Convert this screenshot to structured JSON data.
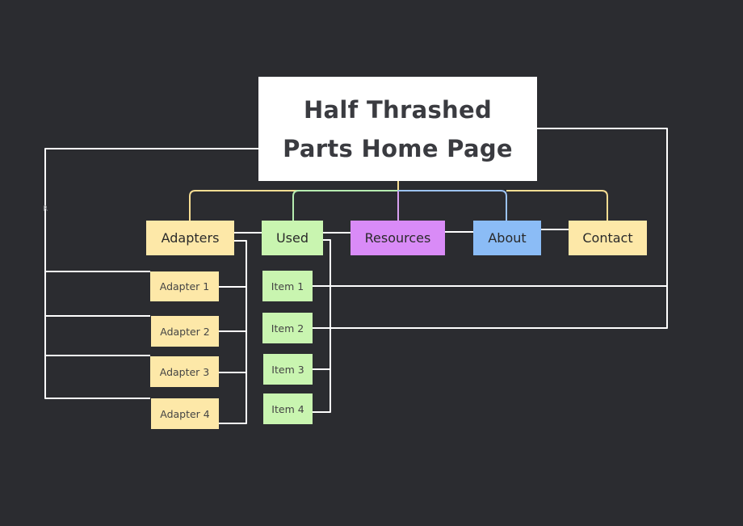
{
  "root": {
    "title_line1": "Half Thrashed",
    "title_line2": "Parts Home Page"
  },
  "level1": [
    {
      "label": "Adapters",
      "color": "#fde8a8",
      "branch": "#f6dd92"
    },
    {
      "label": "Used",
      "color": "#c9f5b0",
      "branch": "#b6ecb0"
    },
    {
      "label": "Resources",
      "color": "#d98bf7",
      "branch": "#d9a0f0"
    },
    {
      "label": "About",
      "color": "#8bbcf6",
      "branch": "#9cc3f2"
    },
    {
      "label": "Contact",
      "color": "#fde8a8",
      "branch": "#f6dd92"
    }
  ],
  "adapters": [
    "Adapter 1",
    "Adapter 2",
    "Adapter 3",
    "Adapter 4"
  ],
  "used_items": [
    "Item 1",
    "Item 2",
    "Item 3",
    "Item 4"
  ],
  "stray_marker": "R"
}
